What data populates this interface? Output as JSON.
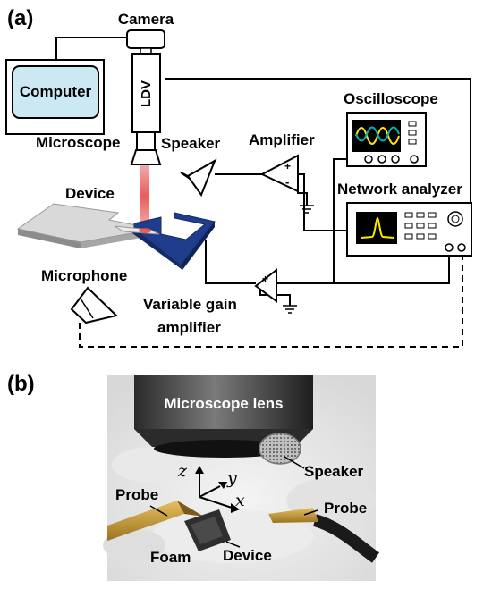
{
  "panel_a": {
    "label": "(a)",
    "camera": "Camera",
    "computer": "Computer",
    "ldv": "LDV",
    "microscope": "Microscope",
    "speaker": "Speaker",
    "amplifier": "Amplifier",
    "oscilloscope": "Oscilloscope",
    "network_analyzer": "Network analyzer",
    "device": "Device",
    "microphone": "Microphone",
    "vga_line1": "Variable gain",
    "vga_line2": "amplifier",
    "plus": "+",
    "minus": "-"
  },
  "panel_b": {
    "label": "(b)",
    "microscope_lens": "Microscope lens",
    "speaker": "Speaker",
    "probe_left": "Probe",
    "probe_right": "Probe",
    "foam": "Foam",
    "device": "Device",
    "axis_z": "z",
    "axis_y": "y",
    "axis_x": "x"
  },
  "colors": {
    "laser": "#e84a4a",
    "device_blue": "#1f3d8c",
    "screen_teal": "#00b3b3",
    "signal_yellow": "#ffe600",
    "probe_brass": "#c9a03a"
  }
}
